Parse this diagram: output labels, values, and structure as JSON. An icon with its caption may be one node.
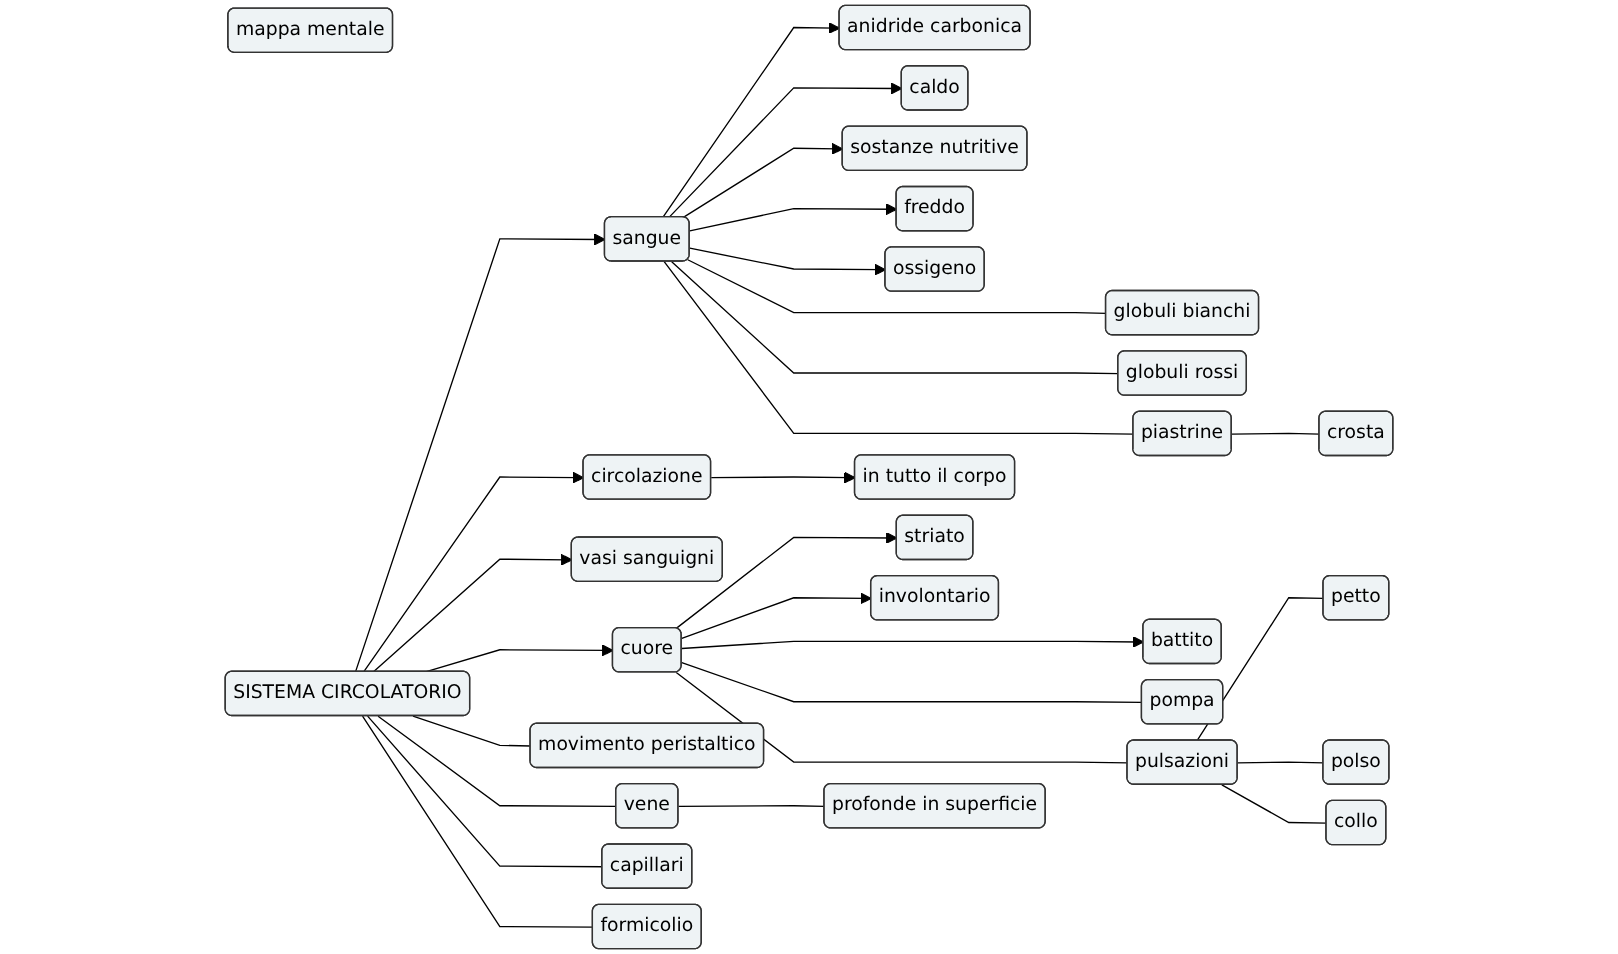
{
  "diagram": {
    "nodes": [
      {
        "text": [
          "mappa mentale"
        ]
      },
      {
        "text": [
          "SISTEMA CIRCOLATORIO"
        ]
      },
      {
        "text": [
          "sangue"
        ]
      },
      {
        "text": [
          "anidride carbonica"
        ]
      },
      {
        "text": [
          "caldo"
        ]
      },
      {
        "text": [
          "sostanze nutritive"
        ]
      },
      {
        "text": [
          "freddo"
        ]
      },
      {
        "text": [
          "ossigeno"
        ]
      },
      {
        "text": [
          "globuli bianchi"
        ]
      },
      {
        "text": [
          "globuli rossi"
        ]
      },
      {
        "text": [
          "piastrine"
        ]
      },
      {
        "text": [
          "crosta"
        ]
      },
      {
        "text": [
          "circolazione"
        ]
      },
      {
        "text": [
          "in tutto il corpo"
        ]
      },
      {
        "text": [
          "vasi sanguigni"
        ]
      },
      {
        "text": [
          "cuore"
        ]
      },
      {
        "text": [
          "striato"
        ]
      },
      {
        "text": [
          "involontario"
        ]
      },
      {
        "text": [
          "battito"
        ]
      },
      {
        "text": [
          "pompa"
        ]
      },
      {
        "text": [
          "pulsazioni"
        ]
      },
      {
        "text": [
          "petto"
        ]
      },
      {
        "text": [
          "polso"
        ]
      },
      {
        "text": [
          "collo"
        ]
      },
      {
        "text": [
          "movimento peristaltico"
        ]
      },
      {
        "text": [
          "vene"
        ]
      },
      {
        "text": [
          "profonde in superficie"
        ]
      },
      {
        "text": [
          "capillari"
        ]
      },
      {
        "text": [
          "formicolio"
        ]
      }
    ],
    "edges": [
      {
        "from": 1,
        "to": 2,
        "arrow": "to"
      },
      {
        "from": 2,
        "to": 3,
        "arrow": "to"
      },
      {
        "from": 2,
        "to": 4,
        "arrow": "to"
      },
      {
        "from": 2,
        "to": 5,
        "arrow": "to"
      },
      {
        "from": 2,
        "to": 6,
        "arrow": "to"
      },
      {
        "from": 2,
        "to": 7,
        "arrow": "to"
      },
      {
        "from": 2,
        "to": 8,
        "arrow": "none"
      },
      {
        "from": 2,
        "to": 9,
        "arrow": "none"
      },
      {
        "from": 2,
        "to": 10,
        "arrow": "none"
      },
      {
        "from": 10,
        "to": 11,
        "arrow": "none"
      },
      {
        "from": 1,
        "to": 12,
        "arrow": "to"
      },
      {
        "from": 12,
        "to": 13,
        "arrow": "to"
      },
      {
        "from": 1,
        "to": 14,
        "arrow": "to"
      },
      {
        "from": 1,
        "to": 15,
        "arrow": "to"
      },
      {
        "from": 15,
        "to": 16,
        "arrow": "to"
      },
      {
        "from": 15,
        "to": 17,
        "arrow": "to"
      },
      {
        "from": 15,
        "to": 18,
        "arrow": "to"
      },
      {
        "from": 15,
        "to": 19,
        "arrow": "none"
      },
      {
        "from": 15,
        "to": 20,
        "arrow": "none"
      },
      {
        "from": 20,
        "to": 21,
        "arrow": "none"
      },
      {
        "from": 20,
        "to": 22,
        "arrow": "none"
      },
      {
        "from": 20,
        "to": 23,
        "arrow": "none"
      },
      {
        "from": 1,
        "to": 24,
        "arrow": "none"
      },
      {
        "from": 1,
        "to": 25,
        "arrow": "none"
      },
      {
        "from": 25,
        "to": 26,
        "arrow": "none"
      },
      {
        "from": 1,
        "to": 27,
        "arrow": "none"
      },
      {
        "from": 1,
        "to": 28,
        "arrow": "none"
      }
    ]
  }
}
